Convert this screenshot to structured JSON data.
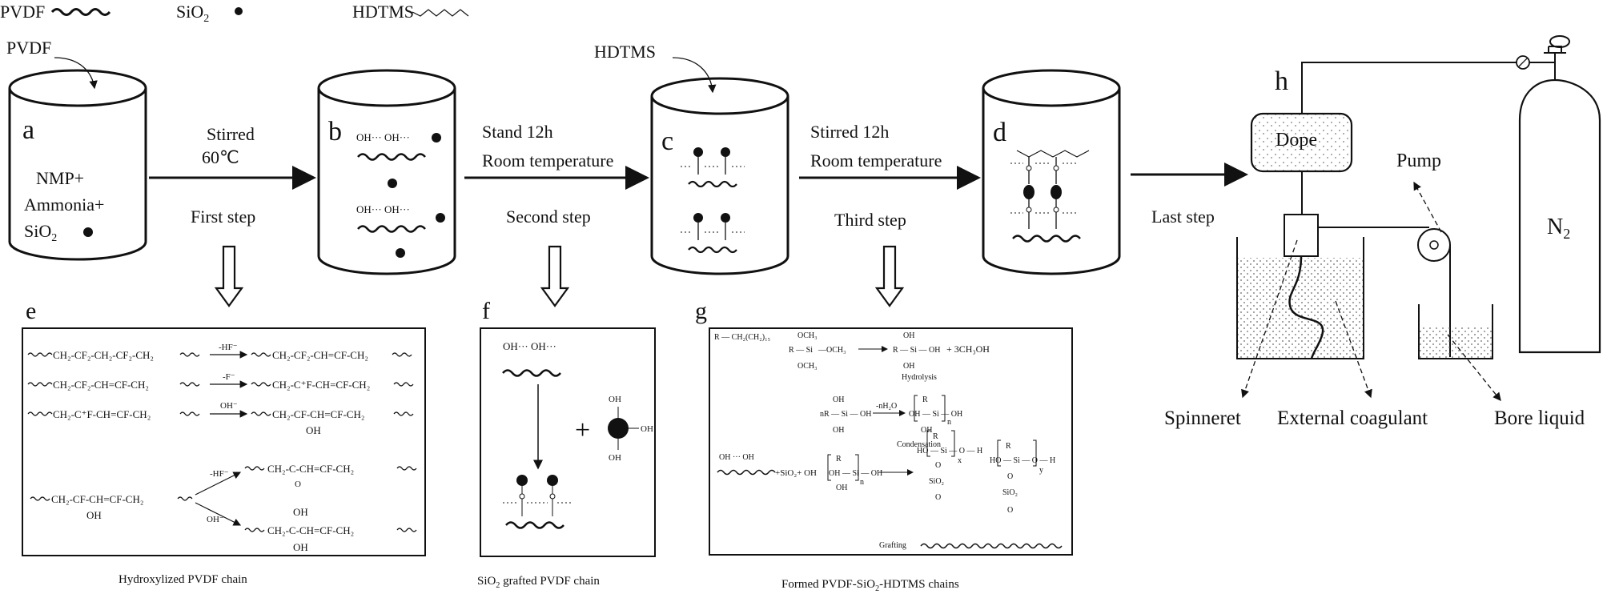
{
  "legend": {
    "pvdf": "PVDF",
    "sio2": "SiO",
    "sio2_sub": "2",
    "hdtms": "HDTMS"
  },
  "vessels": {
    "a": {
      "letter": "a",
      "input": "PVDF",
      "line1": "NMP+",
      "line2": "Ammonia+",
      "line3": "SiO",
      "line3_sub": "2"
    },
    "b": {
      "letter": "b",
      "oh": "OH···  OH···"
    },
    "c": {
      "letter": "c",
      "input": "HDTMS"
    },
    "d": {
      "letter": "d"
    }
  },
  "steps": {
    "s1": {
      "cond1": "Stirred",
      "cond2": "60℃",
      "name": "First step"
    },
    "s2": {
      "cond1": "Stand 12h",
      "cond2": "Room temperature",
      "name": "Second step"
    },
    "s3": {
      "cond1": "Stirred 12h",
      "cond2": "Room temperature",
      "name": "Third step"
    },
    "s4": {
      "name": "Last step"
    }
  },
  "panel_e": {
    "letter": "e",
    "caption": "Hydroxylized  PVDF chain",
    "r1_left": "CH₂-CF₂-CH₂-CF₂-CH₂",
    "r1_reagent": "-HF⁻",
    "r1_right": "CH₂-CF₂-CH=CF-CH₂",
    "r2_left": "CH₂-CF₂-CH=CF-CH₂",
    "r2_reagent": "-F⁻",
    "r2_right": "CH₂-C⁺F-CH=CF-CH₂",
    "r3_left": "CH₂-C⁺F-CH=CF-CH₂",
    "r3_reagent": "OH⁻",
    "r3_right": "CH₂-CF-CH=CF-CH₂",
    "r3_oh": "OH",
    "r4_left": "CH₂-CF-CH=CF-CH₂",
    "r4_oh": "OH",
    "r4_reagent_up": "-HF⁻",
    "r4_up": "CH₂-C-CH=CF-CH₂",
    "r4_up_o": "O",
    "r4_reagent_down": "OH⁻",
    "r4_down": "CH₂-C-CH=CF-CH₂",
    "r4_down_oh1": "OH",
    "r4_down_oh2": "OH"
  },
  "panel_f": {
    "letter": "f",
    "caption": "SiO",
    "caption_sub": "2",
    "caption_rest": " grafted PVDF chain",
    "oh_label": "OH···  OH···",
    "plus": "+",
    "oh": "OH"
  },
  "panel_g": {
    "letter": "g",
    "caption": "Formed PVDF-SiO",
    "caption_sub": "2",
    "caption_rest": "-HDTMS chains",
    "r_label": "R — CH₂(CH₂)₁₅",
    "och3": "OCH₃",
    "och3_side": "—OCH₃",
    "r_si": "R — Si",
    "prod_oh": "OH",
    "prod_r_si": "R — Si — OH",
    "methanol": "+ 3CH₃OH",
    "hydrolysis": "Hydrolysis",
    "nr_si": "nR — Si — OH",
    "minus_water": "-nH₂O",
    "bracket_formula": "OH — Si — OH",
    "n": "n",
    "condensation": "Condensation",
    "graft_oh": "OH  ···  OH",
    "graft_plus": "+SiO₂+ OH",
    "ho_si": "HO — Si — O — H",
    "sio2": "SiO₂",
    "o": "O",
    "x": "x",
    "y": "y",
    "r": "R",
    "grafting": "Grafting"
  },
  "setup": {
    "letter": "h",
    "dope": "Dope",
    "pump": "Pump",
    "n2": "N",
    "n2_sub": "2",
    "spinneret": "Spinneret",
    "external": "External coagulant",
    "bore": "Bore liquid"
  }
}
